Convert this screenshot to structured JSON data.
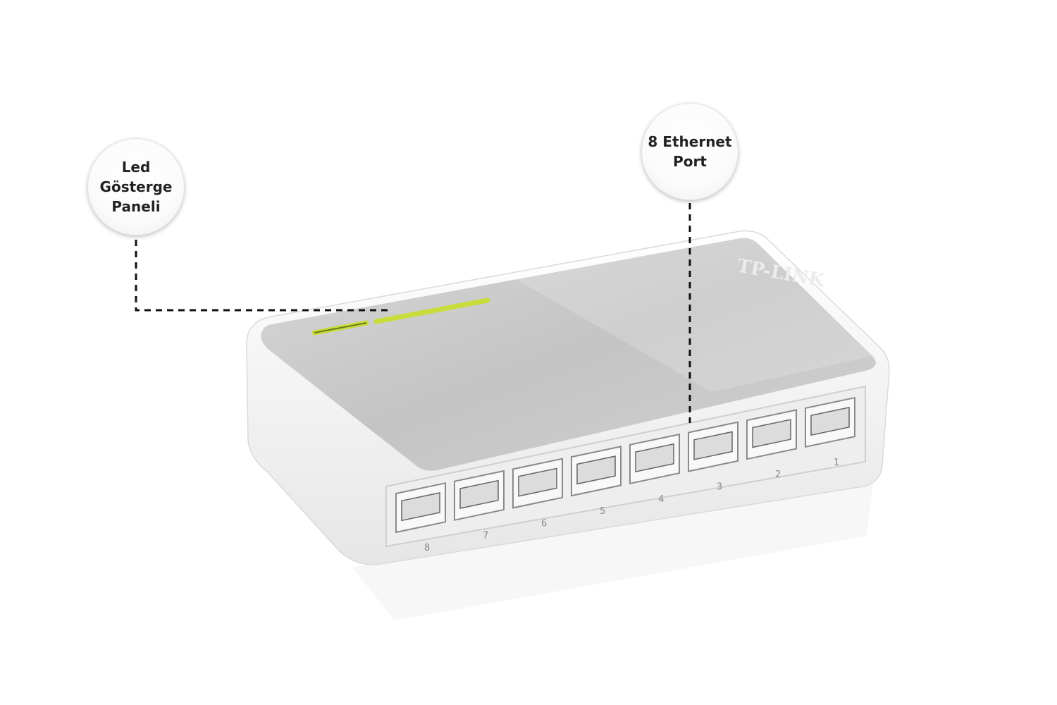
{
  "callouts": {
    "led_panel": "Led\nGösterge\nPaneli",
    "ethernet": "8 Ethernet\nPort"
  },
  "device": {
    "brand": "TP-LINK",
    "ports": [
      "8",
      "7",
      "6",
      "5",
      "4",
      "3",
      "2",
      "1"
    ],
    "led_color": "#c8dc3c",
    "body_color": "#f4f4f4",
    "top_color": "#c9c9c9"
  }
}
